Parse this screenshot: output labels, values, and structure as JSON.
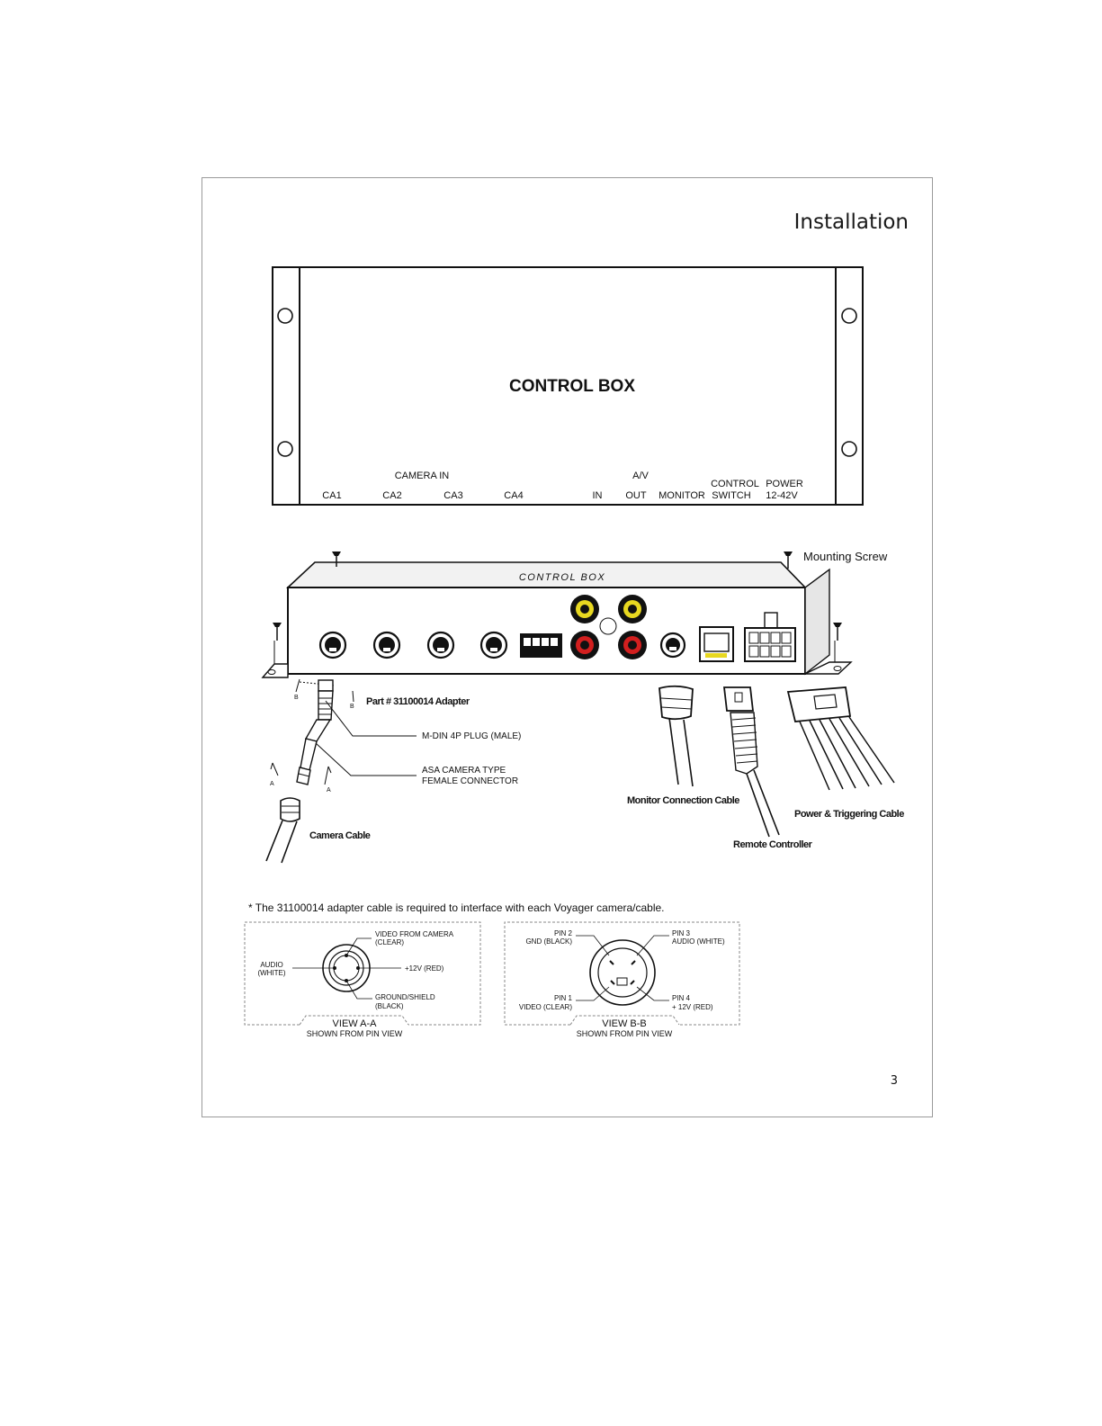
{
  "section_title": "Installation",
  "page_number": "3",
  "top_view": {
    "title": "CONTROL BOX",
    "group_camera": "CAMERA IN",
    "group_av": "A/V",
    "ports": [
      "CA1",
      "CA2",
      "CA3",
      "CA4",
      "IN",
      "OUT",
      "MONITOR"
    ],
    "control_label_1": "CONTROL",
    "control_label_2": "SWITCH",
    "power_label_1": "POWER",
    "power_label_2": "12-42V"
  },
  "perspective": {
    "box_lettering": "CONTROL BOX",
    "mounting_screw": "Mounting Screw",
    "adapter_part": "Part # 31100014 Adapter",
    "mdin_plug": "M-DIN 4P PLUG (MALE)",
    "asa_line1": "ASA CAMERA TYPE",
    "asa_line2": "FEMALE CONNECTOR",
    "camera_cable": "Camera Cable",
    "monitor_cable": "Monitor Connection Cable",
    "remote": "Remote Controller",
    "power_cable": "Power & Triggering Cable",
    "mark_b": "B",
    "mark_a": "A"
  },
  "footnote": "* The 31100014 adapter cable is required to interface with each Voyager camera/cable.",
  "view_a": {
    "title": "VIEW A-A",
    "subtitle": "SHOWN FROM PIN VIEW",
    "video_1": "VIDEO FROM CAMERA",
    "video_2": "(CLEAR)",
    "audio_1": "AUDIO",
    "audio_2": "(WHITE)",
    "power": "+12V (RED)",
    "ground_1": "GROUND/SHIELD",
    "ground_2": "(BLACK)"
  },
  "view_b": {
    "title": "VIEW B-B",
    "subtitle": "SHOWN FROM PIN VIEW",
    "pin2_1": "PIN 2",
    "pin2_2": "GND (BLACK)",
    "pin3_1": "PIN 3",
    "pin3_2": "AUDIO (WHITE)",
    "pin1_1": "PIN 1",
    "pin1_2": "VIDEO (CLEAR)",
    "pin4_1": "PIN 4",
    "pin4_2": "+ 12V (RED)"
  }
}
